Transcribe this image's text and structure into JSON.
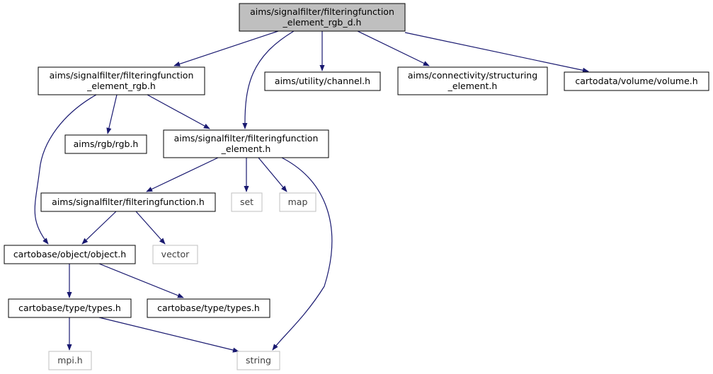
{
  "colors": {
    "edge": "#191970",
    "node_border": "#000000",
    "external_border": "#bfbfbf",
    "root_fill": "#bfbfbf",
    "node_fill": "#ffffff"
  },
  "nodes": [
    {
      "id": "root",
      "lines": [
        "aims/signalfilter/filteringfunction",
        "_element_rgb_d.h"
      ],
      "kind": "root"
    },
    {
      "id": "ff_elem_rgb",
      "lines": [
        "aims/signalfilter/filteringfunction",
        "_element_rgb.h"
      ],
      "kind": "file"
    },
    {
      "id": "channel",
      "lines": [
        "aims/utility/channel.h"
      ],
      "kind": "file"
    },
    {
      "id": "structuring",
      "lines": [
        "aims/connectivity/structuring",
        "_element.h"
      ],
      "kind": "file"
    },
    {
      "id": "volume",
      "lines": [
        "cartodata/volume/volume.h"
      ],
      "kind": "file"
    },
    {
      "id": "rgb",
      "lines": [
        "aims/rgb/rgb.h"
      ],
      "kind": "file"
    },
    {
      "id": "ff_elem",
      "lines": [
        "aims/signalfilter/filteringfunction",
        "_element.h"
      ],
      "kind": "file"
    },
    {
      "id": "ff",
      "lines": [
        "aims/signalfilter/filteringfunction.h"
      ],
      "kind": "file"
    },
    {
      "id": "set",
      "lines": [
        "set"
      ],
      "kind": "external"
    },
    {
      "id": "map",
      "lines": [
        "map"
      ],
      "kind": "external"
    },
    {
      "id": "object",
      "lines": [
        "cartobase/object/object.h"
      ],
      "kind": "file"
    },
    {
      "id": "vector",
      "lines": [
        "vector"
      ],
      "kind": "external"
    },
    {
      "id": "types1",
      "lines": [
        "cartobase/type/types.h"
      ],
      "kind": "file"
    },
    {
      "id": "types2",
      "lines": [
        "cartobase/type/types.h"
      ],
      "kind": "file"
    },
    {
      "id": "mpi",
      "lines": [
        "mpi.h"
      ],
      "kind": "external"
    },
    {
      "id": "string",
      "lines": [
        "string"
      ],
      "kind": "external"
    }
  ],
  "edges": [
    {
      "from": "root",
      "to": "ff_elem_rgb"
    },
    {
      "from": "root",
      "to": "ff_elem"
    },
    {
      "from": "root",
      "to": "channel"
    },
    {
      "from": "root",
      "to": "structuring"
    },
    {
      "from": "root",
      "to": "volume"
    },
    {
      "from": "ff_elem_rgb",
      "to": "object"
    },
    {
      "from": "ff_elem_rgb",
      "to": "rgb"
    },
    {
      "from": "ff_elem_rgb",
      "to": "ff_elem"
    },
    {
      "from": "ff_elem",
      "to": "ff"
    },
    {
      "from": "ff_elem",
      "to": "set"
    },
    {
      "from": "ff_elem",
      "to": "map"
    },
    {
      "from": "ff_elem",
      "to": "string"
    },
    {
      "from": "ff",
      "to": "object"
    },
    {
      "from": "ff",
      "to": "vector"
    },
    {
      "from": "object",
      "to": "types1"
    },
    {
      "from": "object",
      "to": "types2"
    },
    {
      "from": "types1",
      "to": "mpi"
    },
    {
      "from": "types1",
      "to": "string"
    }
  ]
}
